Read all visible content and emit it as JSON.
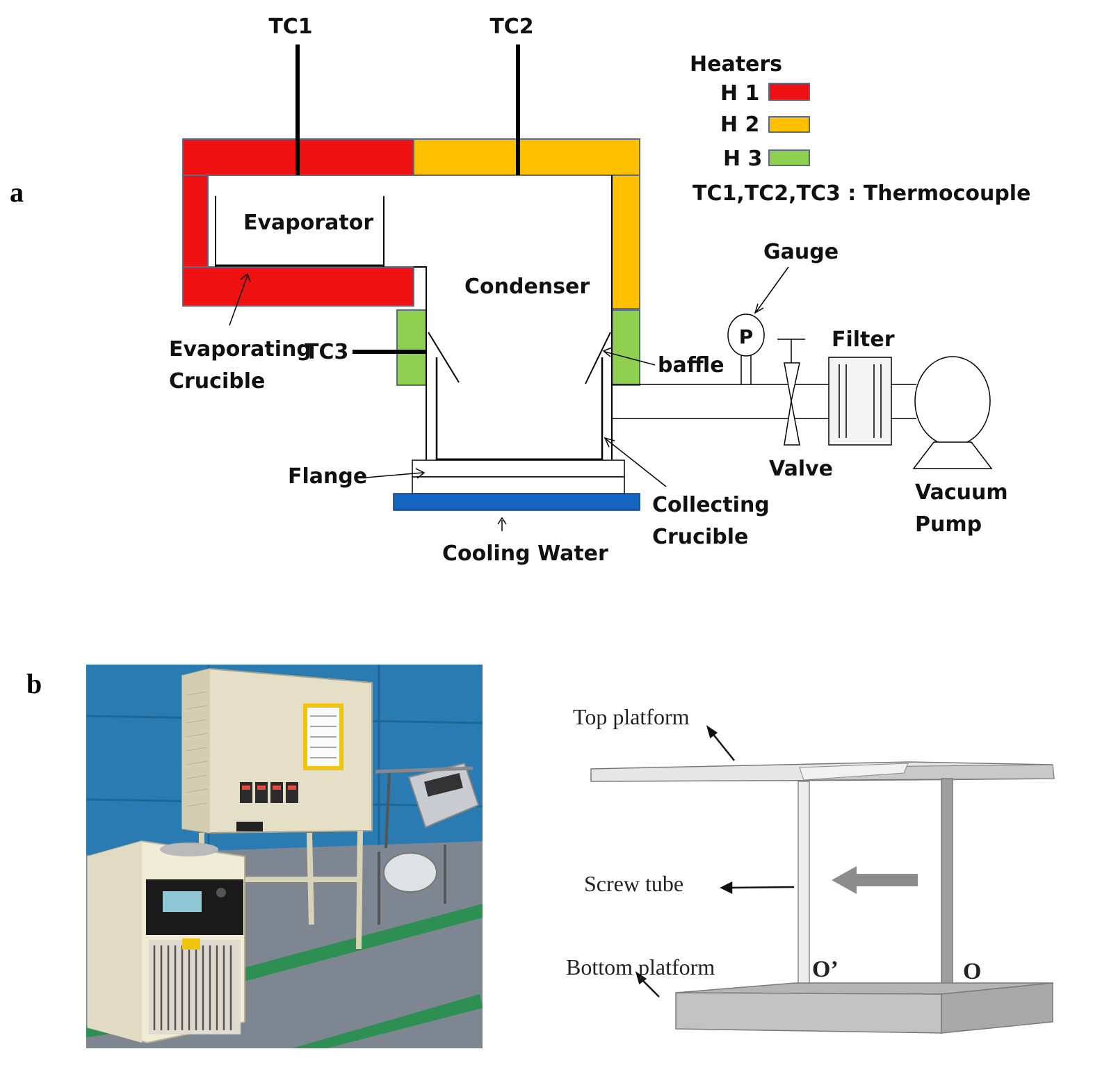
{
  "panels": {
    "a": "a",
    "b": "b"
  },
  "schematic": {
    "thermocouples": {
      "tc1": "TC1",
      "tc2": "TC2",
      "tc3": "TC3"
    },
    "labels": {
      "evaporator": "Evaporator",
      "condenser": "Condenser",
      "evaporating_crucible_line1": "Evaporating",
      "evaporating_crucible_line2": "Crucible",
      "baffle": "baffle",
      "flange": "Flange",
      "cooling_water": "Cooling Water",
      "collecting_crucible_line1": "Collecting",
      "collecting_crucible_line2": "Crucible",
      "gauge": "Gauge",
      "gauge_symbol": "P",
      "valve": "Valve",
      "filter": "Filter",
      "vacuum_pump_line1": "Vacuum",
      "vacuum_pump_line2": "Pump"
    },
    "legend": {
      "title": "Heaters",
      "items": [
        {
          "label": "H 1",
          "color": "#ee1111"
        },
        {
          "label": "H 2",
          "color": "#ffc000"
        },
        {
          "label": "H 3",
          "color": "#8fcf50"
        }
      ],
      "note": "TC1,TC2,TC3 : Thermocouple"
    },
    "colors": {
      "h1": "#ee1111",
      "h2": "#ffc000",
      "h3": "#8fcf50",
      "cooling_water": "#1565c0",
      "heater_border": "#5a6a8a"
    }
  },
  "platform": {
    "top_platform": "Top platform",
    "screw_tube": "Screw tube",
    "bottom_platform": "Bottom platform",
    "o_prime": "O’",
    "o": "O"
  }
}
